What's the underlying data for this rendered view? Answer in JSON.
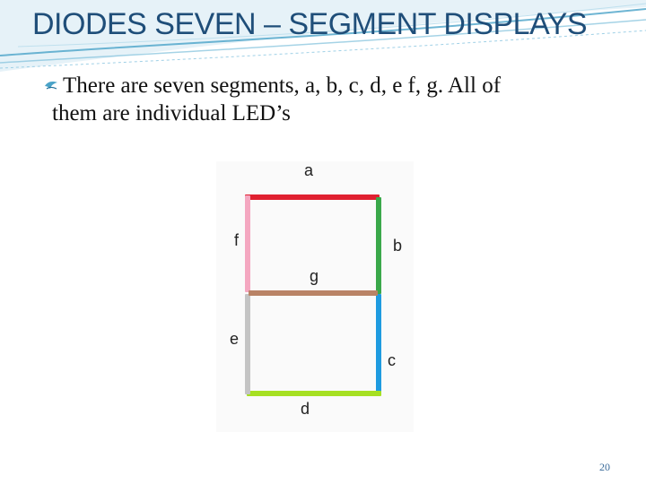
{
  "slide": {
    "title": "DIODES SEVEN – SEGMENT DISPLAYS",
    "bullet_line1": "There are seven segments, a, b, c, d, e f, g. All of",
    "bullet_line2": "them are individual LED’s",
    "page_number": "20",
    "bullet_icon": "bullet-ribbon-icon"
  },
  "diagram": {
    "segments": [
      {
        "id": "a",
        "label": "a",
        "color": "#e02030"
      },
      {
        "id": "b",
        "label": "b",
        "color": "#3aa84a"
      },
      {
        "id": "c",
        "label": "c",
        "color": "#1e9be0"
      },
      {
        "id": "d",
        "label": "d",
        "color": "#a6e022"
      },
      {
        "id": "e",
        "label": "e",
        "color": "#c4c4c4"
      },
      {
        "id": "f",
        "label": "f",
        "color": "#f4a7c0"
      },
      {
        "id": "g",
        "label": "g",
        "color": "#b98366"
      }
    ]
  },
  "colors": {
    "title": "#1f4e79",
    "header_swoosh": "#4aa3c8"
  }
}
